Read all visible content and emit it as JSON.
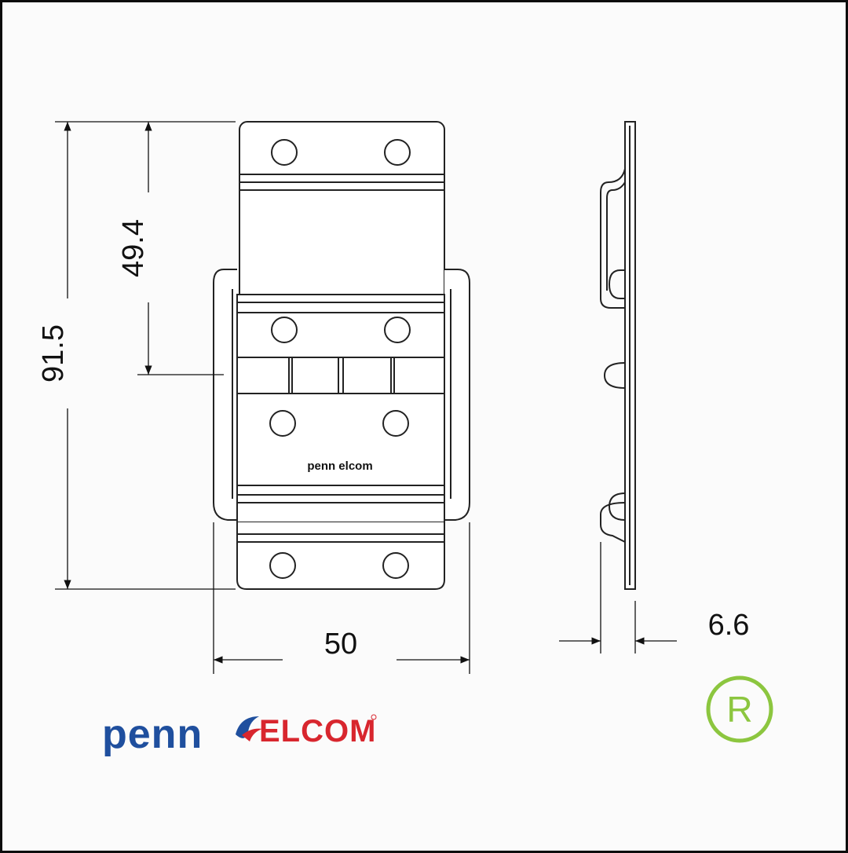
{
  "dimensions": {
    "overall_height": "91.5",
    "hinge_center_height": "49.4",
    "width": "50",
    "thickness": "6.6"
  },
  "part_marking": "penn elcom",
  "brand": {
    "name_left": "penn",
    "name_right": "ELCOM",
    "registered_symbol": "R",
    "colors": {
      "blue": "#1f4f9e",
      "red": "#d8262e",
      "green": "#8cc63f"
    }
  }
}
